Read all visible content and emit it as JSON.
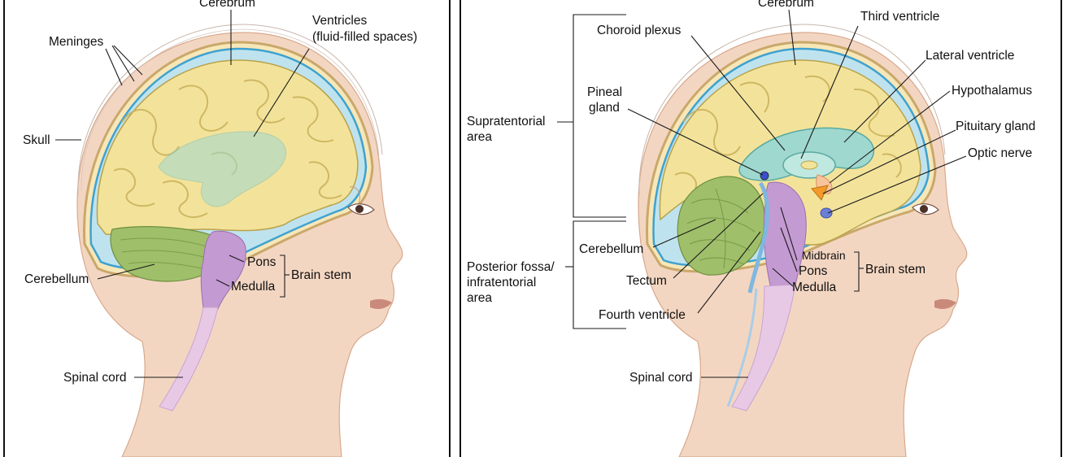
{
  "left_panel": {
    "labels": {
      "cerebrum": "Cerebrum",
      "ventricles_1": "Ventricles",
      "ventricles_2": "(fluid-filled spaces)",
      "meninges": "Meninges",
      "skull": "Skull",
      "cerebellum": "Cerebellum",
      "pons": "Pons",
      "medulla": "Medulla",
      "brain_stem": "Brain stem",
      "spinal_cord": "Spinal cord"
    }
  },
  "right_panel": {
    "labels": {
      "cerebrum": "Cerebrum",
      "third_ventricle": "Third ventricle",
      "choroid_plexus": "Choroid plexus",
      "lateral_ventricle": "Lateral ventricle",
      "pineal_1": "Pineal",
      "pineal_2": "gland",
      "hypothalamus": "Hypothalamus",
      "supratentorial_1": "Supratentorial",
      "supratentorial_2": "area",
      "pituitary_gland": "Pituitary gland",
      "optic_nerve": "Optic nerve",
      "cerebellum": "Cerebellum",
      "midbrain": "Midbrain",
      "posterior_1": "Posterior fossa/",
      "posterior_2": "infratentorial",
      "posterior_3": "area",
      "pons": "Pons",
      "brain_stem": "Brain stem",
      "tectum": "Tectum",
      "medulla": "Medulla",
      "fourth_ventricle": "Fourth ventricle",
      "spinal_cord": "Spinal cord"
    }
  },
  "colors": {
    "skin": "#f3d6c2",
    "skin_shadow": "#e2b59b",
    "brain": "#f3e39a",
    "brain_outline": "#b9a24c",
    "csf": "#bfe3ee",
    "meninges": "#5ab4d6",
    "cerebellum": "#9fbf6a",
    "brainstem": "#c49ad2",
    "ventricle": "#9fd8cf",
    "pituitary": "#f39a2a"
  }
}
